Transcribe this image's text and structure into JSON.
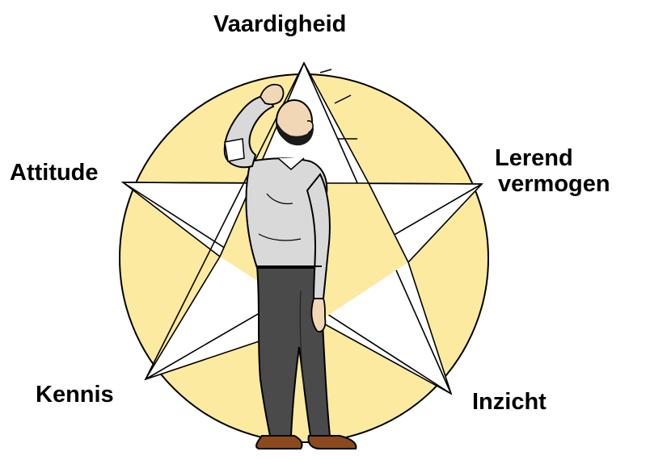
{
  "diagram": {
    "labels": {
      "top": "Vaardigheid",
      "left": "Attitude",
      "right_line1": "Lerend",
      "right_line2": "vermogen",
      "bottom_left": "Kennis",
      "bottom_right": "Inzicht"
    },
    "colors": {
      "circle_fill": "#fbeaa0",
      "star_fill": "#ffffff",
      "outline": "#000000",
      "shirt": "#d9d9d9",
      "trousers": "#4a4a4a",
      "skin": "#f2d7b6",
      "shoes": "#8b4a1e"
    },
    "figure": {
      "icon": "man-scratching-head-icon"
    }
  }
}
